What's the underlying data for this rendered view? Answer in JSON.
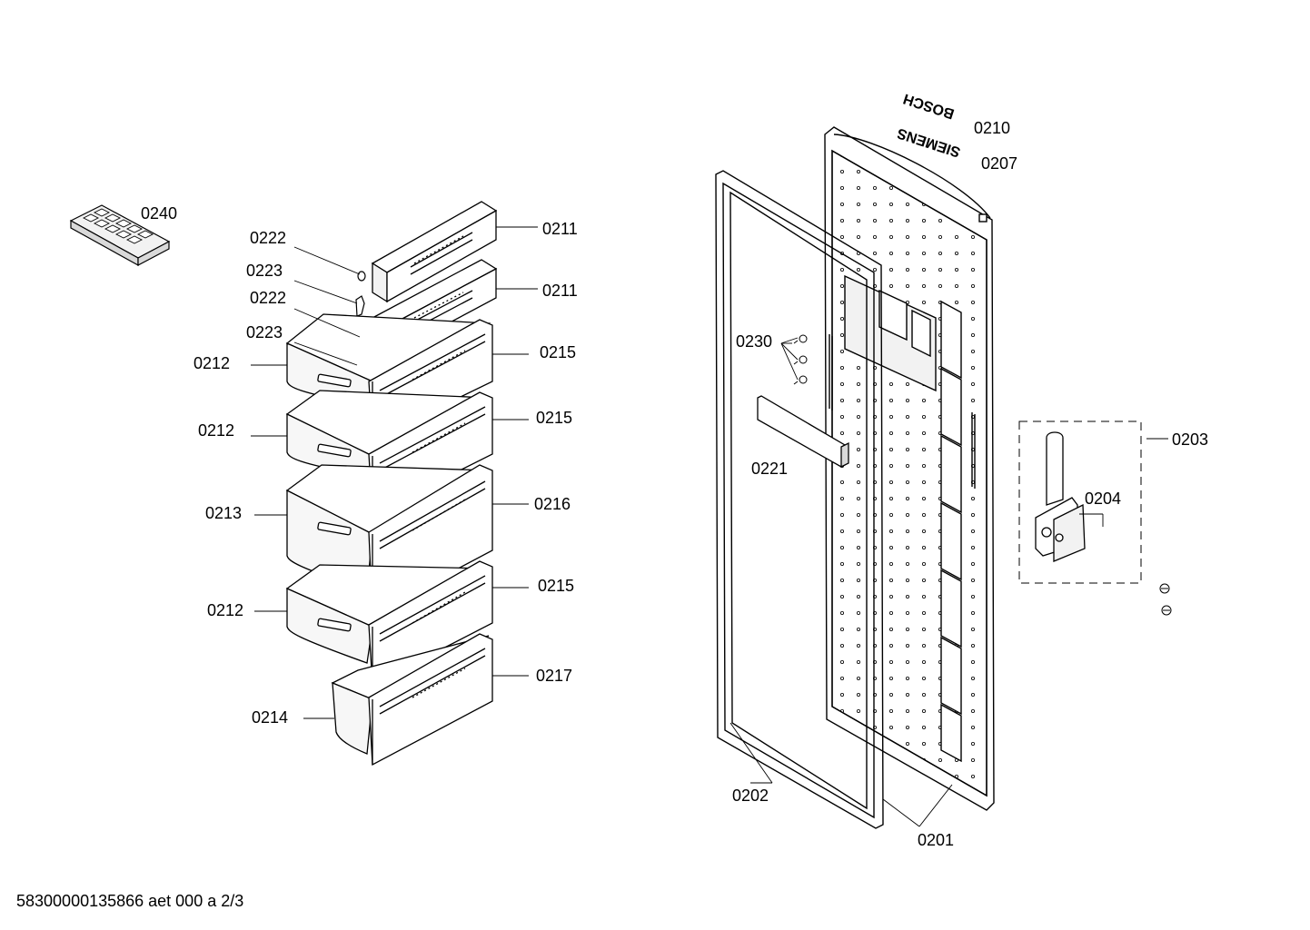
{
  "document_ref": "58300000135866 aet 000 a 2/3",
  "brand_labels": {
    "bosch": "BOSCH",
    "siemens": "SIEMENS"
  },
  "labels": {
    "l0240": "0240",
    "l0222a": "0222",
    "l0223a": "0223",
    "l0222b": "0222",
    "l0223b": "0223",
    "l0212a": "0212",
    "l0212b": "0212",
    "l0213": "0213",
    "l0212c": "0212",
    "l0214": "0214",
    "l0211a": "0211",
    "l0211b": "0211",
    "l0215a": "0215",
    "l0215b": "0215",
    "l0216": "0216",
    "l0215c": "0215",
    "l0217": "0217",
    "l0210": "0210",
    "l0207": "0207",
    "l0230": "0230",
    "l0221": "0221",
    "l0203": "0203",
    "l0204": "0204",
    "l0202": "0202",
    "l0201": "0201"
  },
  "colors": {
    "line": "#000000",
    "fill_light": "#f2f2f2",
    "fill_mid": "#d9d9d9",
    "background": "#ffffff"
  }
}
